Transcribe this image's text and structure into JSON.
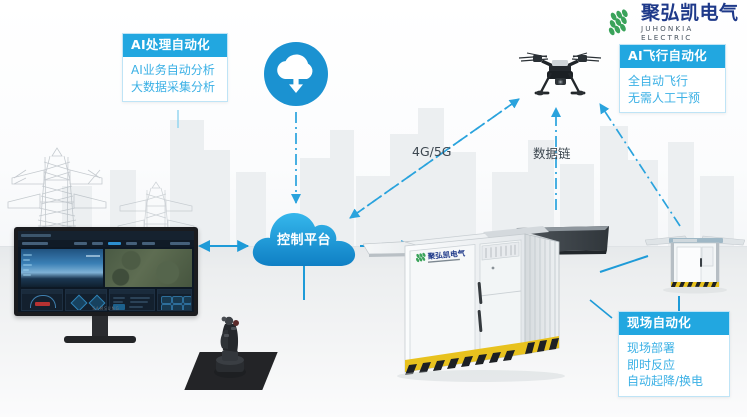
{
  "meta": {
    "accent_blue": "#22a7e0",
    "accent_blue_dark": "#1b92d1",
    "text_blue": "#3ab0e5",
    "label_gray": "#3d4750",
    "logo_green": "#3aa35a",
    "logo_dark": "#2b3b8f",
    "hazard_yellow": "#e8c21e",
    "background": "#ffffff"
  },
  "brand": {
    "name_cn": "聚弘凯电气",
    "name_en": "JUHONKIA ELECTRIC",
    "mark_name": "leaf-cluster-logo-mark"
  },
  "cards": {
    "ai_processing": {
      "title": "AI处理自动化",
      "lines": [
        "AI业务自动分析",
        "大数据采集分析"
      ]
    },
    "ai_flight": {
      "title": "AI飞行自动化",
      "lines": [
        "全自动飞行",
        "无需人工干预"
      ]
    },
    "on_site": {
      "title": "现场自动化",
      "lines": [
        "现场部署",
        "即时反应",
        "自动起降/换电"
      ]
    }
  },
  "nodes": {
    "cloud_platform": {
      "label": "控制平台",
      "icon": "cloud-shape"
    },
    "cloud_download": {
      "icon": "cloud-download-icon"
    },
    "drone": {
      "icon": "quadcopter-drone-icon"
    },
    "cabinet_main": {
      "icon": "drone-hangar-cabinet",
      "logo": "聚弘凯电气"
    },
    "cabinet_small": {
      "icon": "drone-hangar-cabinet-small"
    },
    "monitor": {
      "icon": "desktop-monitor",
      "brand": "SAMSUNG"
    },
    "joystick": {
      "icon": "flight-joystick-controller"
    }
  },
  "connections": {
    "mobile_network": {
      "label": "4G/5G"
    },
    "data_link": {
      "label": "数据链"
    }
  },
  "monitor_screen": {
    "title": "Ground Control Station",
    "panes": {
      "live_sky_view": "live-camera-sky-view",
      "map_view": "satellite-map-view",
      "attitude_gauge": "attitude-indicator",
      "dpad_left": "direction-pad-left",
      "dpad_right": "direction-pad-right",
      "telemetry": "telemetry-readout",
      "control_buttons": "control-button-grid"
    }
  }
}
